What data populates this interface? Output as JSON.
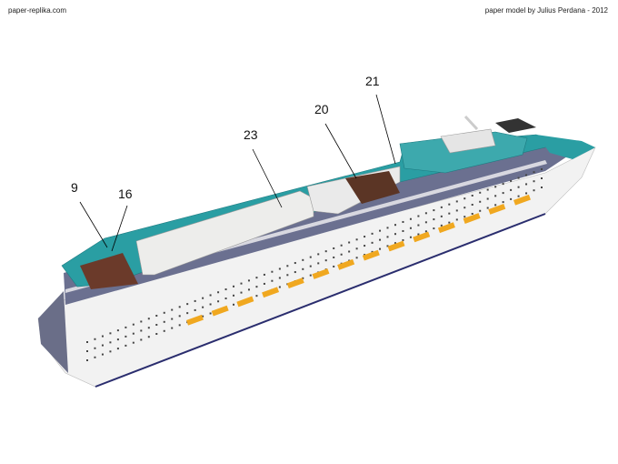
{
  "header": {
    "site": "paper-replika.com",
    "credit": "paper model by Julius Perdana - 2012"
  },
  "callouts": [
    {
      "id": "9",
      "label": "9"
    },
    {
      "id": "16",
      "label": "16"
    },
    {
      "id": "23",
      "label": "23"
    },
    {
      "id": "20",
      "label": "20"
    },
    {
      "id": "21",
      "label": "21"
    }
  ],
  "colors": {
    "deck": "#2a9ea3",
    "hull": "#f1f1f1",
    "windows": "#5a5f78",
    "lifeboat": "#f0a820",
    "waterline": "#2a2d6e",
    "sunroof": "#ededeb"
  }
}
